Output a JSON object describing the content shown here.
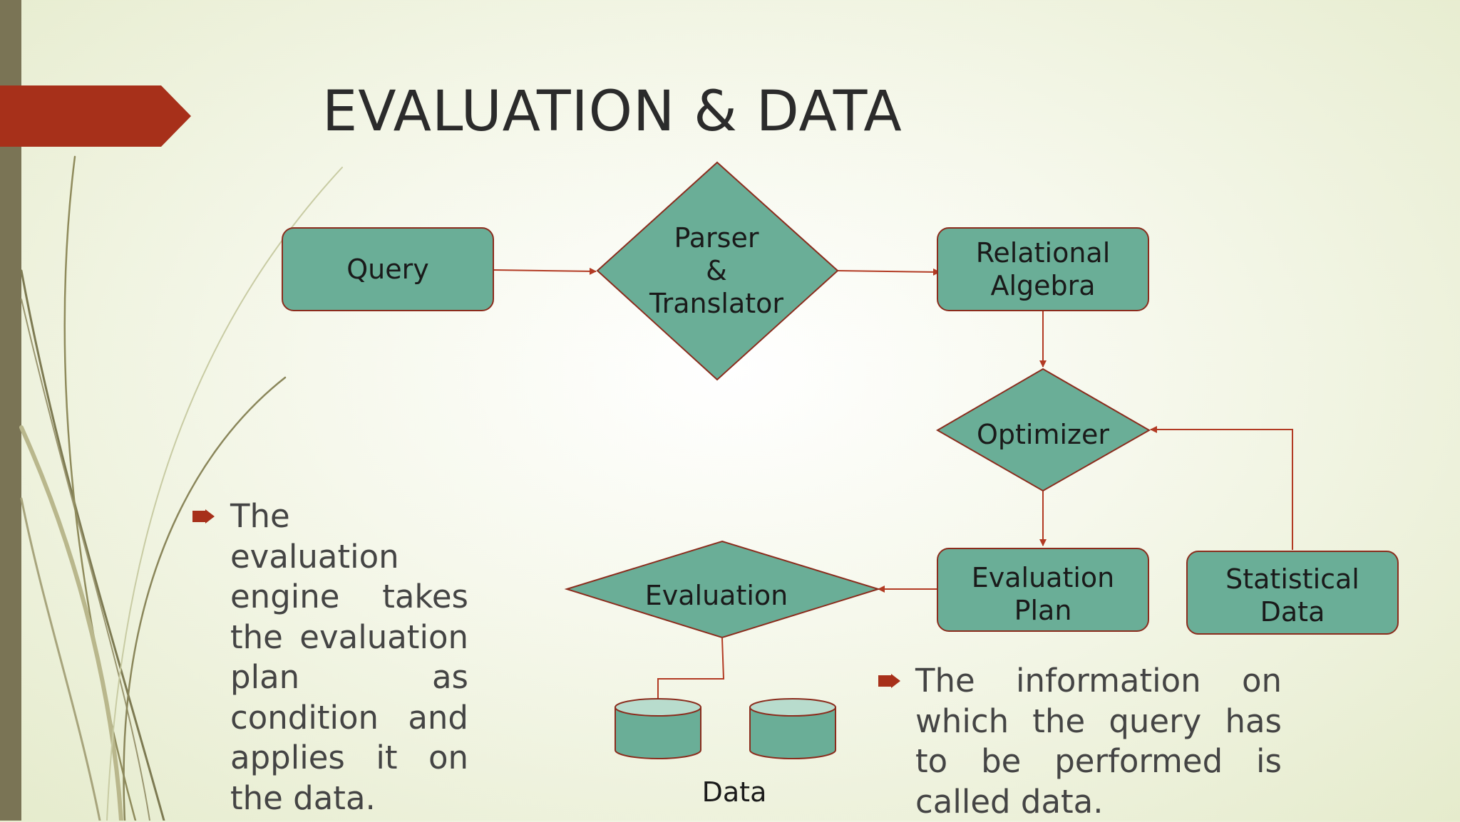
{
  "slide": {
    "title": "EVALUATION & DATA"
  },
  "diagram": {
    "nodes": {
      "query": "Query",
      "parser": [
        "Parser",
        "&",
        "Translator"
      ],
      "relational_algebra": [
        "Relational",
        "Algebra"
      ],
      "optimizer": "Optimizer",
      "evaluation_plan": [
        "Evaluation",
        "Plan"
      ],
      "statistical_data": [
        "Statistical",
        "Data"
      ],
      "evaluation": "Evaluation",
      "data": "Data"
    }
  },
  "bullets": [
    "The evaluation engine takes the evaluation plan as condition and applies it on the data.",
    "The information on which the query has to be performed is called data."
  ],
  "colors": {
    "shape_fill": "#6aae97",
    "shape_stroke": "#8b2c1d",
    "connector": "#b23a23",
    "accent": "#a7301a",
    "sidebar": "#7a7455"
  }
}
